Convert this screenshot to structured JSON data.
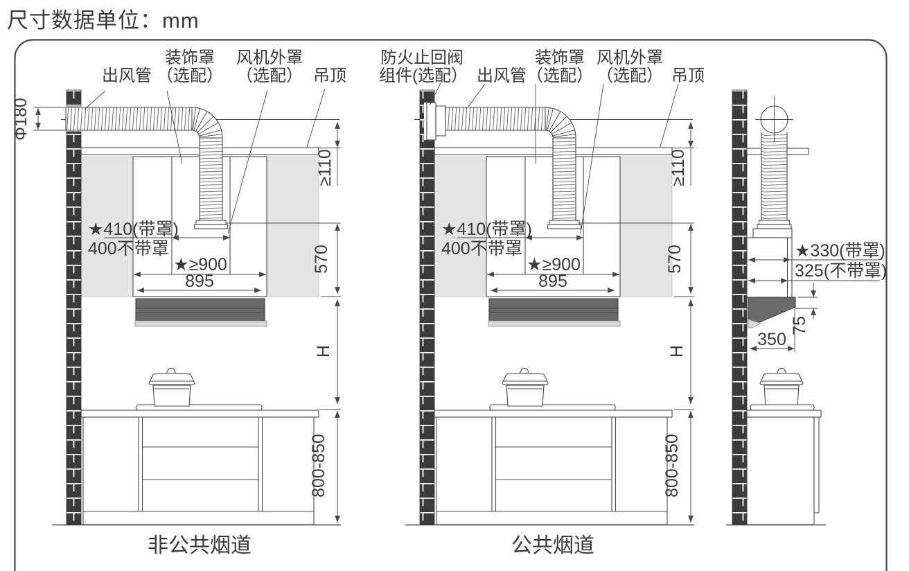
{
  "title": "尺寸数据单位：mm",
  "shared_labels": {
    "outlet_duct": "出风管",
    "deco_cover": "装饰罩",
    "optional": "（选配）",
    "fan_cover": "风机外罩",
    "ceiling": "吊顶"
  },
  "shared_dims": {
    "top_clearance": "≥110",
    "width_with_cover": "★410(带罩)",
    "width_without_cover": "400不带罩",
    "min_opening_width": "★≥900",
    "hood_width": "895",
    "chimney_height": "570",
    "install_height": "H",
    "counter_height": "800-850"
  },
  "left_diagram": {
    "caption": "非公共烟道",
    "pipe_diameter": "Φ180"
  },
  "middle_diagram": {
    "caption": "公共烟道",
    "valve_label_line1": "防火止回阀",
    "valve_label_line2": "组件(选配）"
  },
  "right_diagram": {
    "depth_with_cover": "★330(带罩)",
    "depth_without_cover": "325(不带罩)",
    "front_panel_height": "75",
    "hood_depth": "350"
  }
}
